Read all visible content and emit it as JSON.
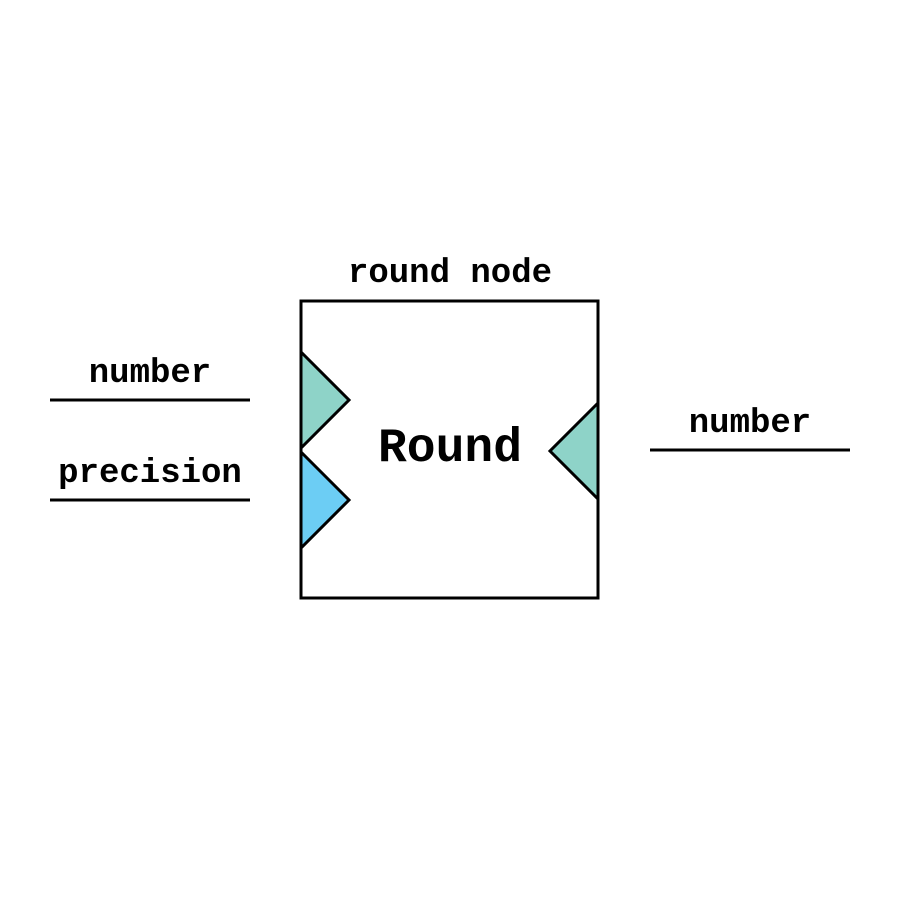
{
  "node": {
    "title": "round node",
    "name": "Round"
  },
  "inputs": [
    {
      "label": "number",
      "port_color": "#8ed3c8",
      "port_shape": "triangle-right"
    },
    {
      "label": "precision",
      "port_color": "#6ccdf4",
      "port_shape": "triangle-right"
    }
  ],
  "outputs": [
    {
      "label": "number",
      "port_color": "#8ed3c8",
      "port_shape": "triangle-left"
    }
  ],
  "colors": {
    "background": "#ffffff",
    "stroke": "#000000"
  }
}
